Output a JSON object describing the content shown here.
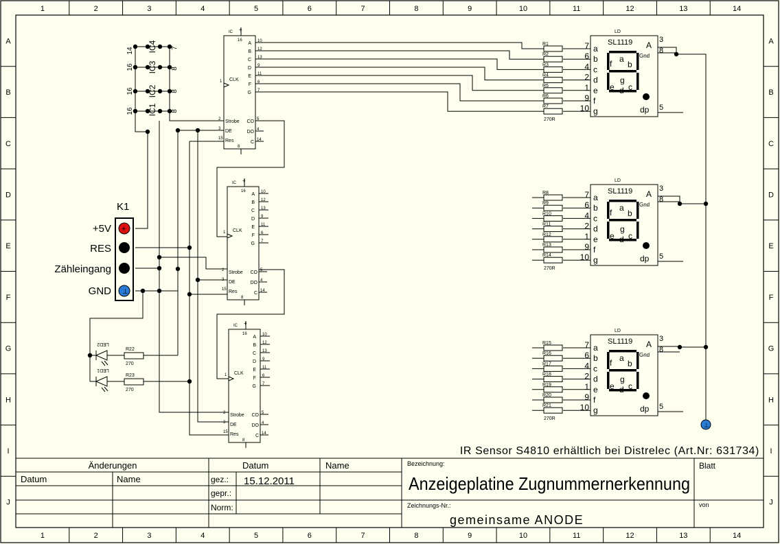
{
  "frame": {
    "columns": [
      "1",
      "2",
      "3",
      "4",
      "5",
      "6",
      "7",
      "8",
      "9",
      "10",
      "11",
      "12",
      "13",
      "14"
    ],
    "rows": [
      "A",
      "B",
      "C",
      "D",
      "E",
      "F",
      "G",
      "H",
      "I",
      "J"
    ]
  },
  "connector": {
    "name": "K1",
    "pins": [
      "+5V",
      "RES",
      "Zähleingang",
      "GND"
    ]
  },
  "power_table": [
    {
      "label": "IC4",
      "left": "14",
      "right": "7"
    },
    {
      "label": "IC3",
      "left": "16",
      "right": "8"
    },
    {
      "label": "IC2",
      "left": "16",
      "right": "8"
    },
    {
      "label": "IC1",
      "left": "16",
      "right": "8"
    }
  ],
  "counter_ic": {
    "ref": "IC",
    "vcc_pin": "16",
    "gnd_pin": "8",
    "outputs": [
      {
        "name": "A",
        "pin": "10"
      },
      {
        "name": "B",
        "pin": "12"
      },
      {
        "name": "C",
        "pin": "13"
      },
      {
        "name": "D",
        "pin": "9"
      },
      {
        "name": "E",
        "pin": "11"
      },
      {
        "name": "F",
        "pin": "6"
      },
      {
        "name": "G",
        "pin": "7"
      }
    ],
    "clk": {
      "name": "CLK",
      "pin": "1"
    },
    "left_pins": [
      {
        "name": "Strobe",
        "pin": "2"
      },
      {
        "name": "DE",
        "pin": "3"
      },
      {
        "name": "Res",
        "pin": "15"
      }
    ],
    "right_pins": [
      {
        "name": "CO",
        "pin": "5"
      },
      {
        "name": "DO",
        "pin": "4"
      },
      {
        "name": "C",
        "pin": "14"
      }
    ]
  },
  "display": {
    "ref": "LD",
    "part": "SL1119",
    "anode": "A",
    "gnd": "Gnd",
    "pin_left": [
      "7",
      "6",
      "4",
      "2",
      "1",
      "9",
      "10"
    ],
    "segments": [
      "a",
      "b",
      "c",
      "d",
      "e",
      "f",
      "g"
    ],
    "anode_pins": [
      "3",
      "8"
    ],
    "dp_pin": "5",
    "dp_label": "dp",
    "resistor_value": "270R"
  },
  "displays": [
    {
      "resistors": [
        "R1",
        "R2",
        "R3",
        "R4",
        "R5",
        "R6",
        "R7"
      ]
    },
    {
      "resistors": [
        "R8",
        "R9",
        "R10",
        "R11",
        "R12",
        "R13",
        "R14"
      ]
    },
    {
      "resistors": [
        "R15",
        "R16",
        "R17",
        "R18",
        "R19",
        "R20",
        "R21"
      ]
    }
  ],
  "leds": [
    {
      "name": "LED2",
      "resistor": "R22",
      "value": "270"
    },
    {
      "name": "LED1",
      "resistor": "R23",
      "value": "270"
    }
  ],
  "note": "IR Sensor S4810 erhältlich bei Distrelec (Art.Nr: 631734)",
  "title_block": {
    "changes_header": "Änderungen",
    "col_date": "Datum",
    "col_name": "Name",
    "drawn_label": "gez.:",
    "checked_label": "gepr.:",
    "norm_label": "Norm:",
    "drawn_date": "15.12.2011",
    "designation_label": "Bezeichnung:",
    "designation": "Anzeigeplatine Zugnummernerkennung",
    "drawing_no_label": "Zeichnungs-Nr.:",
    "drawing_no": "gemeinsame ANODE",
    "sheet_label": "Blatt",
    "of_label": "von"
  },
  "colors": {
    "background": "#fffff0",
    "pin_vcc": "#dd1111",
    "pin_gnd": "#2a7bd4",
    "ink": "#000000"
  }
}
